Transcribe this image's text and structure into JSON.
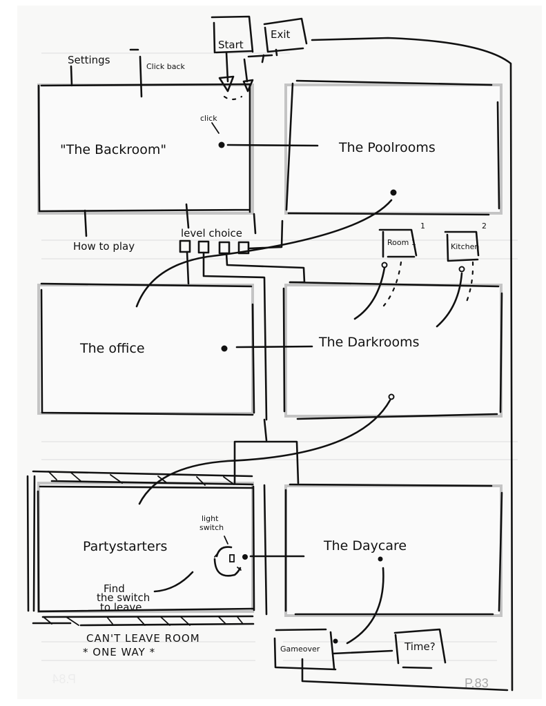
{
  "diagram": {
    "type": "hand-drawn game screen flow",
    "top_buttons": {
      "start": "Start",
      "exit": "Exit"
    },
    "menu_annotations": {
      "settings": "Settings",
      "click_back": "Click back",
      "how_to_play": "How to play",
      "level_choice": "level choice",
      "click": "click"
    },
    "screens": [
      {
        "id": "backroom",
        "label": "\"The Backroom\""
      },
      {
        "id": "poolrooms",
        "label": "The Poolrooms"
      },
      {
        "id": "office",
        "label": "The office"
      },
      {
        "id": "darkrooms",
        "label": "The Darkrooms"
      },
      {
        "id": "partystarters",
        "label": "Partystarters"
      },
      {
        "id": "daycare",
        "label": "The Daycare"
      }
    ],
    "sub_screens": [
      {
        "id": "room1",
        "label": "Room 1",
        "index": "1"
      },
      {
        "id": "kitchen",
        "label": "Kitchen",
        "index": "2"
      }
    ],
    "level_choice_slots": 4,
    "notes": {
      "light_switch": [
        "light",
        "switch"
      ],
      "find_switch": [
        "Find",
        "the switch",
        "to leave"
      ],
      "cant_leave": "CAN'T LEAVE ROOM",
      "one_way": "* ONE WAY *"
    },
    "end_boxes": {
      "gameover": "Gameover",
      "time": "Time?"
    },
    "connections": [
      [
        "backroom",
        "poolrooms"
      ],
      [
        "poolrooms",
        "office"
      ],
      [
        "office",
        "darkrooms"
      ],
      [
        "darkrooms",
        "room1"
      ],
      [
        "darkrooms",
        "kitchen"
      ],
      [
        "darkrooms",
        "partystarters"
      ],
      [
        "partystarters",
        "daycare"
      ],
      [
        "daycare",
        "gameover"
      ],
      [
        "gameover",
        "time"
      ]
    ]
  },
  "page": {
    "number": "P.83",
    "bleed_through_number": "P.84"
  }
}
